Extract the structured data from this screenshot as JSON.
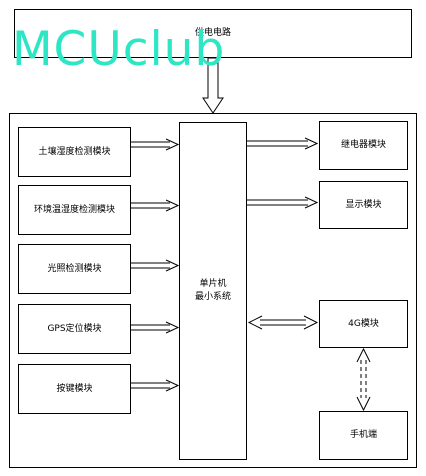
{
  "watermark": "MCUclub",
  "nodes": {
    "power": "供电电路",
    "soil": "土壤湿度检测模块",
    "env": "环境温湿度检测模块",
    "light": "光照检测模块",
    "gps": "GPS定位模块",
    "keys": "按键模块",
    "mcu": "单片机\n最小系统",
    "relay": "继电器模块",
    "display": "显示模块",
    "fourg": "4G模块",
    "phone": "手机端"
  }
}
